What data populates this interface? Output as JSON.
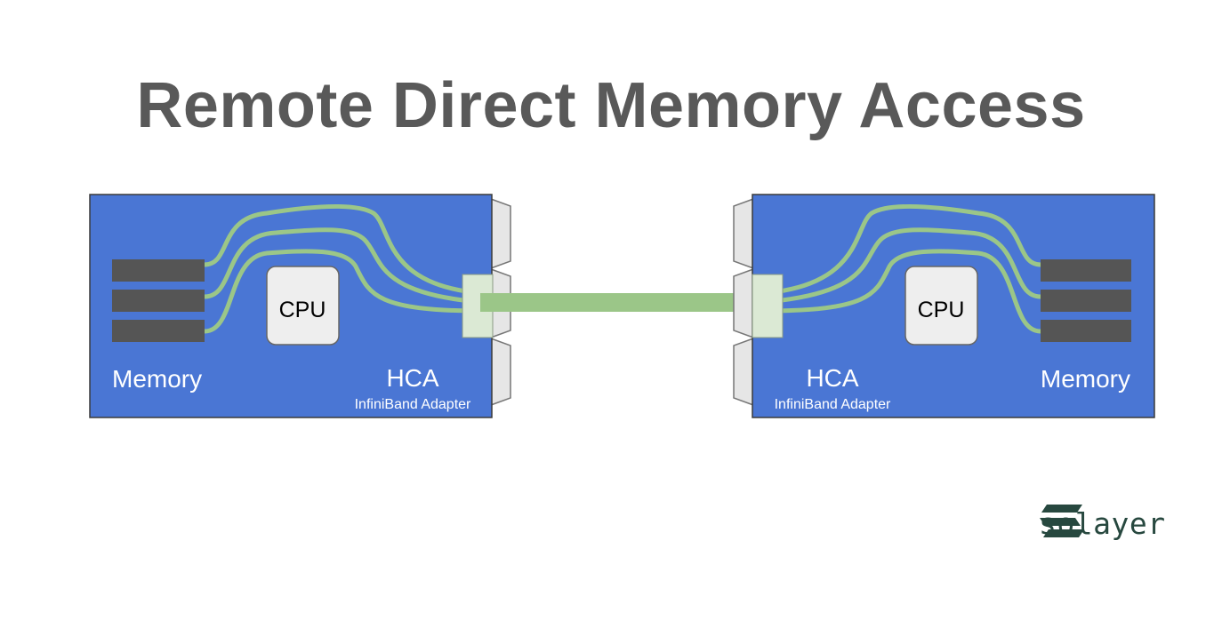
{
  "title": "Remote Direct Memory Access",
  "left_node": {
    "cpu_label": "CPU",
    "memory_label": "Memory",
    "hca_label": "HCA",
    "hca_sub_label": "InfiniBand Adapter"
  },
  "right_node": {
    "cpu_label": "CPU",
    "memory_label": "Memory",
    "hca_label": "HCA",
    "hca_sub_label": "InfiniBand Adapter"
  },
  "logo": {
    "text": "solayer",
    "icon": "solayer-logo-icon"
  },
  "colors": {
    "board": "#4a76d4",
    "memory_stick": "#555555",
    "link": "#9bc688",
    "cpu": "#eeeeee",
    "title": "#595959",
    "brand": "#27483f"
  }
}
